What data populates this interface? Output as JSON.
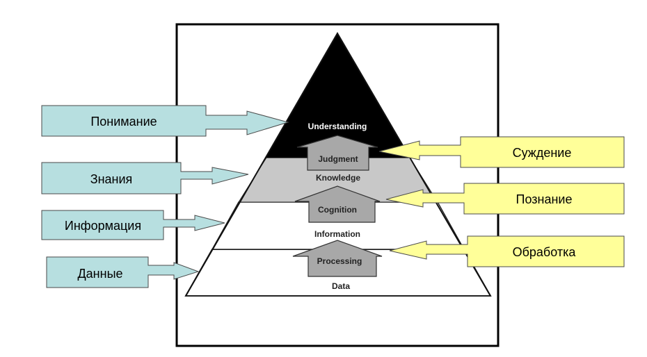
{
  "diagram": {
    "title": "DIKW pyramid with processes",
    "colors": {
      "frame": "#000000",
      "understanding_fill": "#000000",
      "knowledge_fill": "#c8c8c8",
      "information_fill": "#ffffff",
      "data_fill": "#ffffff",
      "process_arrow_fill": "#a8a8a8",
      "left_callout_fill": "#b7dfe0",
      "right_callout_fill": "#ffff99",
      "callout_border": "#4a4a4a"
    },
    "pyramid": {
      "layers": [
        {
          "id": "understanding",
          "label": "Understanding"
        },
        {
          "id": "knowledge",
          "label": "Knowledge"
        },
        {
          "id": "information",
          "label": "Information"
        },
        {
          "id": "data",
          "label": "Data"
        }
      ],
      "processes": [
        {
          "id": "judgment",
          "label": "Judgment"
        },
        {
          "id": "cognition",
          "label": "Cognition"
        },
        {
          "id": "processing",
          "label": "Processing"
        }
      ]
    },
    "left_callouts": [
      {
        "id": "ponimanie",
        "label": "Понимание",
        "target": "understanding"
      },
      {
        "id": "znaniya",
        "label": "Знания",
        "target": "knowledge"
      },
      {
        "id": "informatsiya",
        "label": "Информация",
        "target": "information"
      },
      {
        "id": "dannye",
        "label": "Данные",
        "target": "data"
      }
    ],
    "right_callouts": [
      {
        "id": "suzhdenie",
        "label": "Суждение",
        "target": "judgment"
      },
      {
        "id": "poznanie",
        "label": "Познание",
        "target": "cognition"
      },
      {
        "id": "obrabotka",
        "label": "Обработка",
        "target": "processing"
      }
    ]
  }
}
